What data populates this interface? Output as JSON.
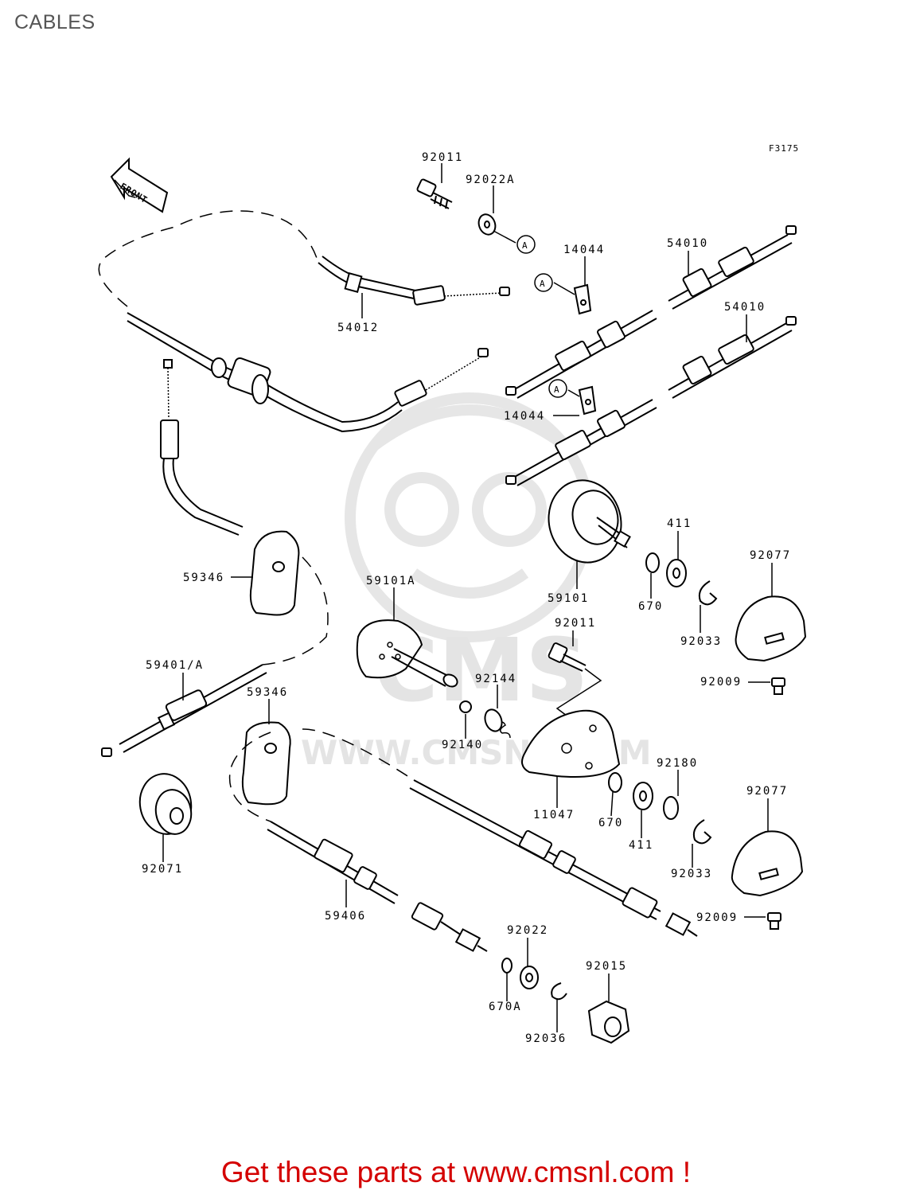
{
  "page": {
    "title": "CABLES",
    "figure_code": "F3175",
    "front_label": "FRONT",
    "footer": "Get these parts at www.cmsnl.com !"
  },
  "watermark": {
    "brand": "CMS",
    "url": "WWW.CMSNL.COM"
  },
  "circle_marker": "A",
  "part_labels": {
    "p92011_top": "92011",
    "p92022A": "92022A",
    "p14044_top": "14044",
    "p54010_top": "54010",
    "p54012": "54012",
    "p54010_mid": "54010",
    "p14044_mid": "14044",
    "p411_top": "411",
    "p92077_top": "92077",
    "p59346_top": "59346",
    "p59101A": "59101A",
    "p59101": "59101",
    "p670_top": "670",
    "p92011_mid": "92011",
    "p92033_top": "92033",
    "p59401A": "59401/A",
    "p92144": "92144",
    "p92009_top": "92009",
    "p59346_mid": "59346",
    "p92140": "92140",
    "p92180": "92180",
    "p92077_bot": "92077",
    "p11047": "11047",
    "p670_bot": "670",
    "p411_bot": "411",
    "p92071": "92071",
    "p92033_bot": "92033",
    "p59406": "59406",
    "p92009_bot": "92009",
    "p92022": "92022",
    "p92015": "92015",
    "p670A": "670A",
    "p92036": "92036"
  }
}
